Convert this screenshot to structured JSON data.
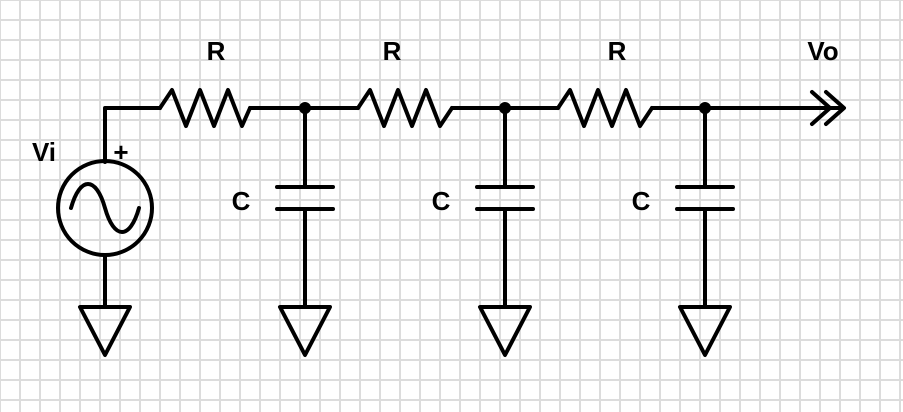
{
  "diagram": {
    "source_label": "Vi",
    "polarity_label": "+",
    "output_label": "Vo",
    "resistors": [
      {
        "label": "R"
      },
      {
        "label": "R"
      },
      {
        "label": "R"
      }
    ],
    "capacitors": [
      {
        "label": "C"
      },
      {
        "label": "C"
      },
      {
        "label": "C"
      }
    ]
  },
  "colors": {
    "wire": "#000000",
    "grid": "#dcdcdc",
    "background": "#ffffff"
  }
}
